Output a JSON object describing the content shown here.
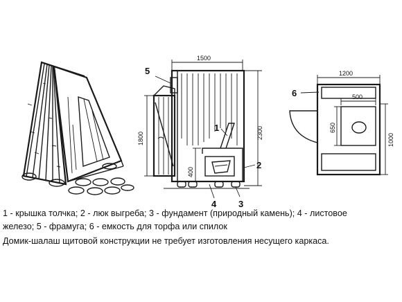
{
  "dimensions": {
    "side_width": "1500",
    "side_height_total": "2300",
    "door_height": "1800",
    "pit_height": "400",
    "plan_width": "1200",
    "plan_inner": "500",
    "plan_depth": "1000",
    "plan_seat": "650"
  },
  "callouts": {
    "n1": "1",
    "n2": "2",
    "n3": "3",
    "n4": "4",
    "n5": "5",
    "n6": "6"
  },
  "caption": {
    "legend_line1": "1 - крышка толчка; 2 - люк выгреба; 3 - фундамент (природный камень); 4 - листовое",
    "legend_line2": "железо; 5 - фрамуга; 6 - емкость для  торфа или спилок",
    "summary": "Домик-шалаш щитовой конструкции не требует изготовления несущего каркаса."
  }
}
